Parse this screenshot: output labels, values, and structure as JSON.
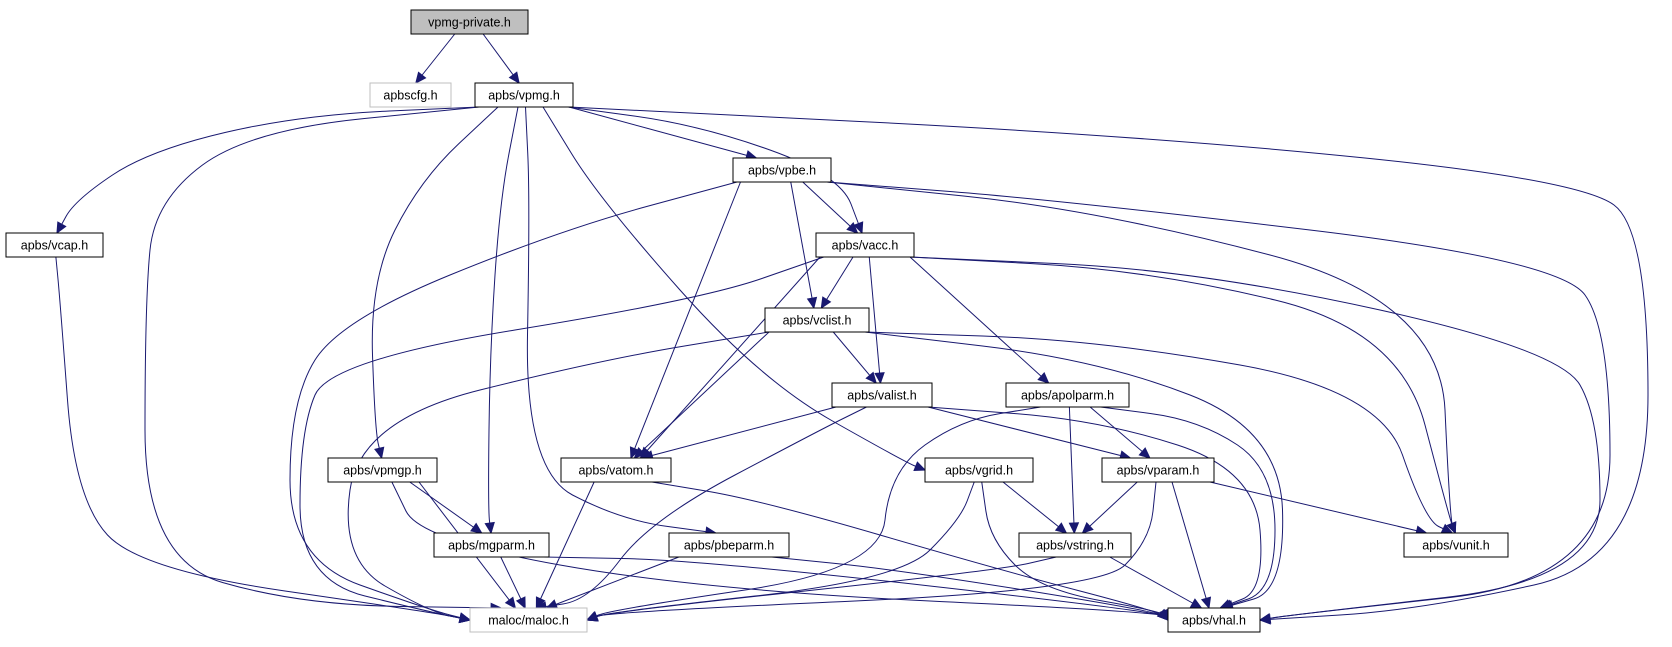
{
  "nodes": [
    {
      "id": "vpmg_private",
      "label": "vpmg-private.h",
      "fill": "#bfbfbf",
      "stroke": "#000000"
    },
    {
      "id": "apbscfg",
      "label": "apbscfg.h",
      "fill": "#ffffff",
      "stroke": "#bfbfbf"
    },
    {
      "id": "vpmg",
      "label": "apbs/vpmg.h",
      "fill": "#ffffff",
      "stroke": "#000000"
    },
    {
      "id": "vpbe",
      "label": "apbs/vpbe.h",
      "fill": "#ffffff",
      "stroke": "#000000"
    },
    {
      "id": "vcap",
      "label": "apbs/vcap.h",
      "fill": "#ffffff",
      "stroke": "#000000"
    },
    {
      "id": "vacc",
      "label": "apbs/vacc.h",
      "fill": "#ffffff",
      "stroke": "#000000"
    },
    {
      "id": "vclist",
      "label": "apbs/vclist.h",
      "fill": "#ffffff",
      "stroke": "#000000"
    },
    {
      "id": "valist",
      "label": "apbs/valist.h",
      "fill": "#ffffff",
      "stroke": "#000000"
    },
    {
      "id": "apolparm",
      "label": "apbs/apolparm.h",
      "fill": "#ffffff",
      "stroke": "#000000"
    },
    {
      "id": "vpmgp",
      "label": "apbs/vpmgp.h",
      "fill": "#ffffff",
      "stroke": "#000000"
    },
    {
      "id": "vatom",
      "label": "apbs/vatom.h",
      "fill": "#ffffff",
      "stroke": "#000000"
    },
    {
      "id": "vgrid",
      "label": "apbs/vgrid.h",
      "fill": "#ffffff",
      "stroke": "#000000"
    },
    {
      "id": "vparam",
      "label": "apbs/vparam.h",
      "fill": "#ffffff",
      "stroke": "#000000"
    },
    {
      "id": "mgparm",
      "label": "apbs/mgparm.h",
      "fill": "#ffffff",
      "stroke": "#000000"
    },
    {
      "id": "pbeparm",
      "label": "apbs/pbeparm.h",
      "fill": "#ffffff",
      "stroke": "#000000"
    },
    {
      "id": "vstring",
      "label": "apbs/vstring.h",
      "fill": "#ffffff",
      "stroke": "#000000"
    },
    {
      "id": "vunit",
      "label": "apbs/vunit.h",
      "fill": "#ffffff",
      "stroke": "#000000"
    },
    {
      "id": "maloc",
      "label": "maloc/maloc.h",
      "fill": "#ffffff",
      "stroke": "#bfbfbf"
    },
    {
      "id": "vhal",
      "label": "apbs/vhal.h",
      "fill": "#ffffff",
      "stroke": "#000000"
    }
  ],
  "edges": [
    [
      "vpmg_private",
      "apbscfg"
    ],
    [
      "vpmg_private",
      "vpmg"
    ],
    [
      "vpmg",
      "vcap"
    ],
    [
      "vpmg",
      "vpbe"
    ],
    [
      "vpmg",
      "vacc"
    ],
    [
      "vpmg",
      "vpmgp"
    ],
    [
      "vpmg",
      "mgparm"
    ],
    [
      "vpmg",
      "pbeparm"
    ],
    [
      "vpmg",
      "vgrid"
    ],
    [
      "vpmg",
      "maloc"
    ],
    [
      "vpmg",
      "vhal"
    ],
    [
      "vcap",
      "maloc"
    ],
    [
      "vpbe",
      "vacc"
    ],
    [
      "vpbe",
      "vclist"
    ],
    [
      "vpbe",
      "vatom"
    ],
    [
      "vpbe",
      "maloc"
    ],
    [
      "vpbe",
      "vunit"
    ],
    [
      "vpbe",
      "vhal"
    ],
    [
      "vacc",
      "vclist"
    ],
    [
      "vacc",
      "valist"
    ],
    [
      "vacc",
      "vatom"
    ],
    [
      "vacc",
      "apolparm"
    ],
    [
      "vacc",
      "maloc"
    ],
    [
      "vacc",
      "vunit"
    ],
    [
      "vacc",
      "vhal"
    ],
    [
      "vclist",
      "valist"
    ],
    [
      "vclist",
      "vatom"
    ],
    [
      "vclist",
      "maloc"
    ],
    [
      "vclist",
      "vunit"
    ],
    [
      "vclist",
      "vhal"
    ],
    [
      "valist",
      "vatom"
    ],
    [
      "valist",
      "vparam"
    ],
    [
      "valist",
      "maloc"
    ],
    [
      "valist",
      "vhal"
    ],
    [
      "apolparm",
      "vparam"
    ],
    [
      "apolparm",
      "vstring"
    ],
    [
      "apolparm",
      "maloc"
    ],
    [
      "apolparm",
      "vhal"
    ],
    [
      "vpmgp",
      "mgparm"
    ],
    [
      "vpmgp",
      "maloc"
    ],
    [
      "vpmgp",
      "vhal"
    ],
    [
      "vatom",
      "maloc"
    ],
    [
      "vatom",
      "vhal"
    ],
    [
      "vgrid",
      "vstring"
    ],
    [
      "vgrid",
      "maloc"
    ],
    [
      "vgrid",
      "vhal"
    ],
    [
      "vparam",
      "vstring"
    ],
    [
      "vparam",
      "vunit"
    ],
    [
      "vparam",
      "maloc"
    ],
    [
      "vparam",
      "vhal"
    ],
    [
      "mgparm",
      "maloc"
    ],
    [
      "mgparm",
      "vhal"
    ],
    [
      "pbeparm",
      "maloc"
    ],
    [
      "pbeparm",
      "vhal"
    ],
    [
      "vstring",
      "maloc"
    ],
    [
      "vstring",
      "vhal"
    ]
  ]
}
